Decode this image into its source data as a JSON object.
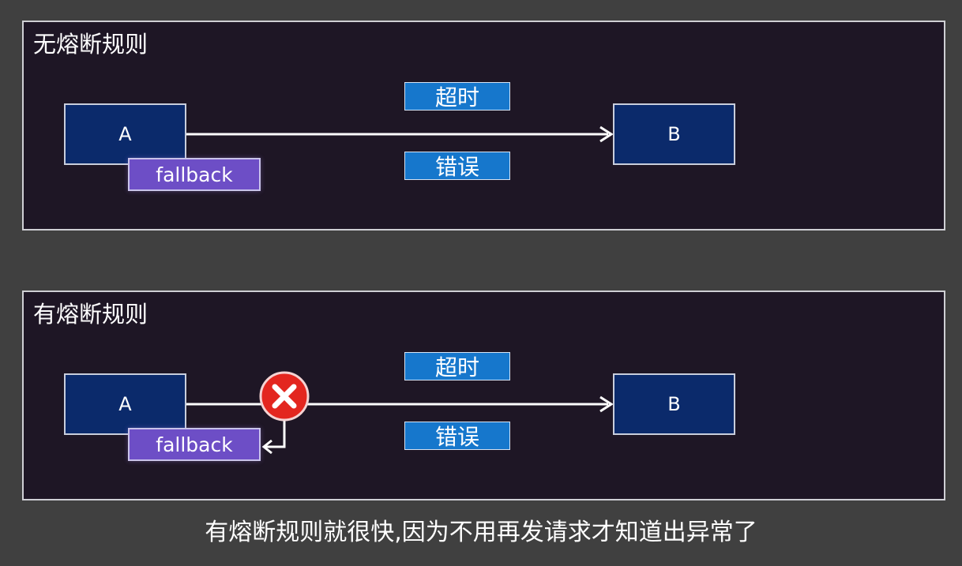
{
  "panels": {
    "top": {
      "title": "无熔断规则",
      "node_a": "A",
      "node_b": "B",
      "fallback": "fallback",
      "tag_top": "超时",
      "tag_bottom": "错误"
    },
    "bottom": {
      "title": "有熔断规则",
      "node_a": "A",
      "node_b": "B",
      "fallback": "fallback",
      "tag_top": "超时",
      "tag_bottom": "错误",
      "breaker_icon": "close-circle-icon"
    }
  },
  "caption": "有熔断规则就很快,因为不用再发请求才知道出异常了",
  "colors": {
    "background": "#404040",
    "panel": "#1e1625",
    "node": "#0b2a6b",
    "fallback": "#6d4ec6",
    "tag": "#1677cc",
    "breaker": "#e3261f"
  }
}
